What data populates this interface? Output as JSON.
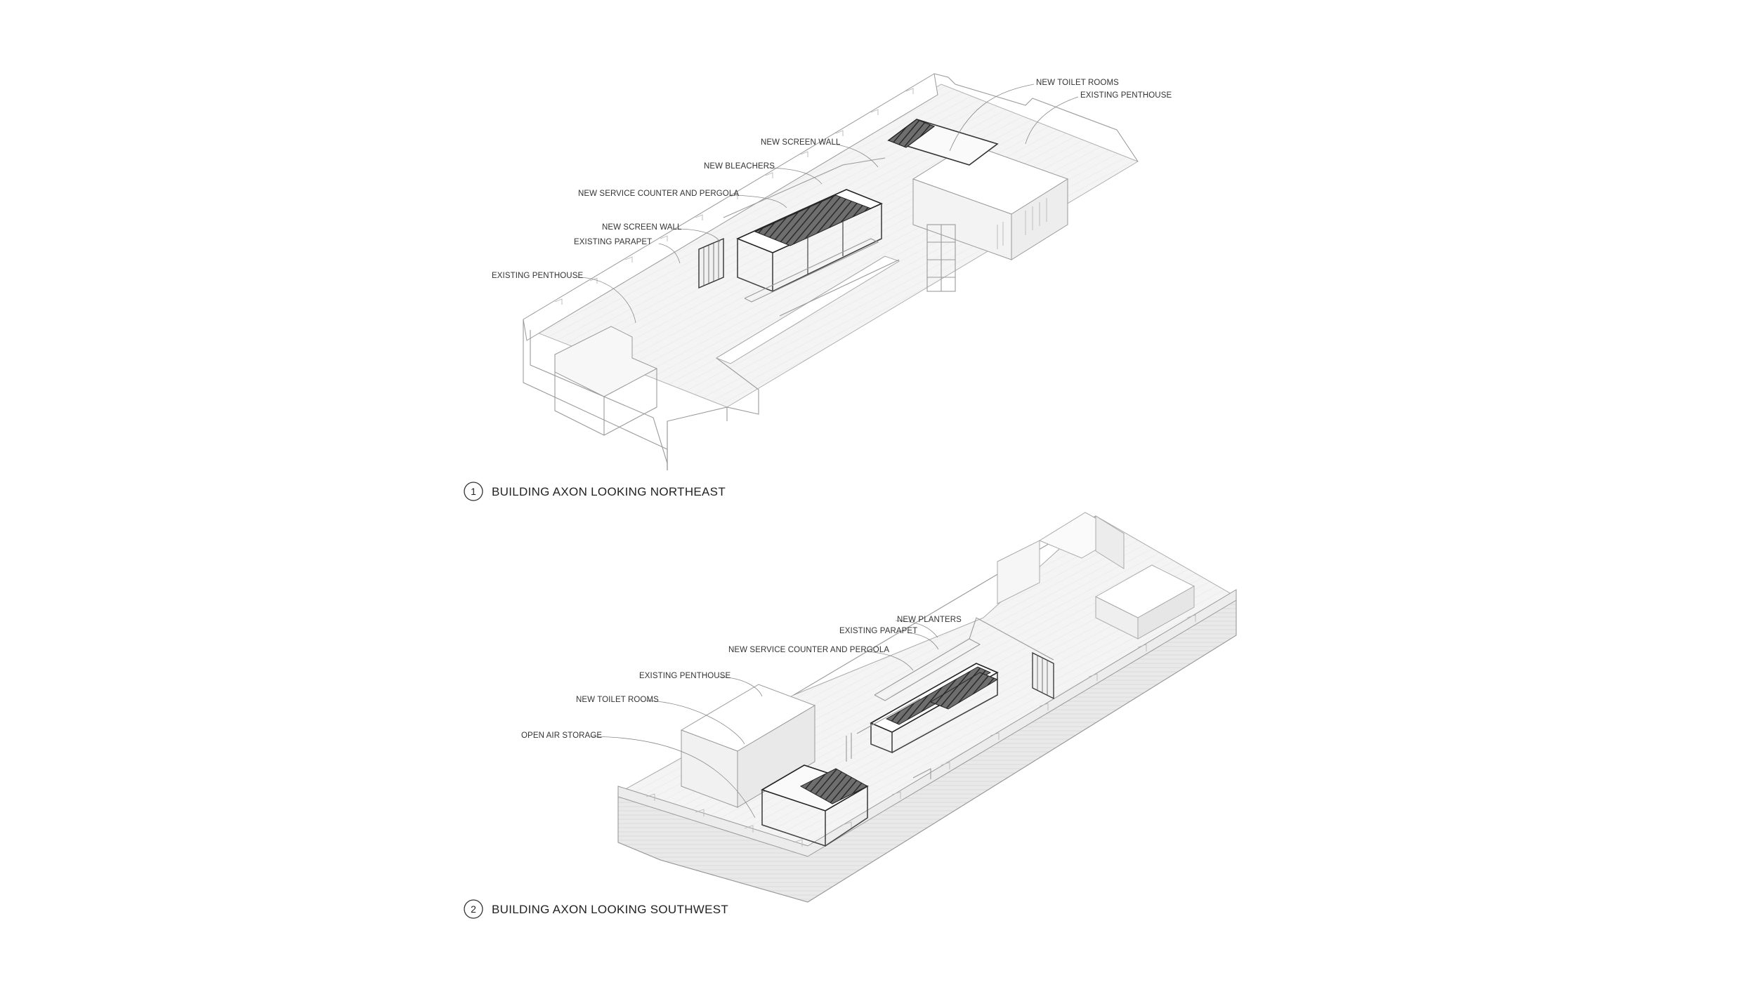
{
  "drawings": [
    {
      "number": "1",
      "caption": "BUILDING AXON LOOKING NORTHEAST",
      "labels": {
        "new_toilet_rooms": "NEW TOILET ROOMS",
        "existing_penthouse_top": "EXISTING PENTHOUSE",
        "new_screen_wall_top": "NEW SCREEN WALL",
        "new_bleachers": "NEW BLEACHERS",
        "new_service_counter": "NEW SERVICE COUNTER AND PERGOLA",
        "new_screen_wall": "NEW SCREEN WALL",
        "existing_parapet": "EXISTING PARAPET",
        "existing_penthouse": "EXISTING PENTHOUSE"
      }
    },
    {
      "number": "2",
      "caption": "BUILDING AXON LOOKING SOUTHWEST",
      "labels": {
        "new_planters": "NEW PLANTERS",
        "existing_parapet": "EXISTING PARAPET",
        "new_service_counter": "NEW SERVICE COUNTER AND PERGOLA",
        "existing_penthouse": "EXISTING PENTHOUSE",
        "new_toilet_rooms": "NEW TOILET ROOMS",
        "open_air_storage": "OPEN AIR STORAGE"
      }
    }
  ]
}
